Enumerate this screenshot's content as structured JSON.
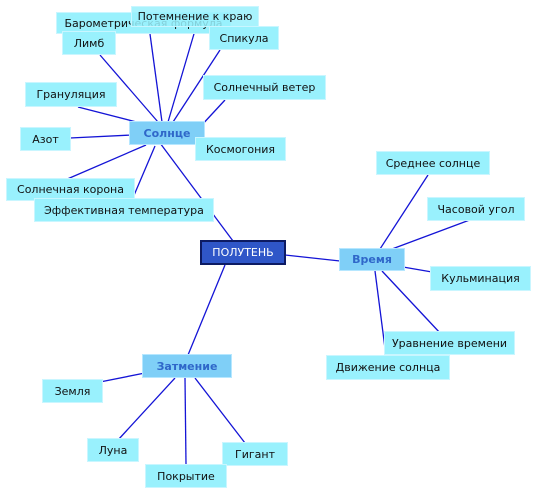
{
  "colors": {
    "line": "#1414d6",
    "leaf": "#99f1fd",
    "hub": "#7fcff7",
    "root": "#2f56c8"
  },
  "root": {
    "label": "ПОЛУТЕНЬ"
  },
  "hubs": {
    "sun": "Солнце",
    "time": "Время",
    "eclipse": "Затмение"
  },
  "sun_topics": {
    "barometric": "Барометрическая формула",
    "limb_darkening": "Потемнение к краю",
    "limb": "Лимб",
    "spicule": "Спикула",
    "granulation": "Грануляция",
    "solar_wind": "Солнечный ветер",
    "nitrogen": "Азот",
    "cosmogony": "Космогония",
    "corona": "Солнечная корона",
    "effective_temperature": "Эффективная температура"
  },
  "time_topics": {
    "mean_sun": "Среднее солнце",
    "hour_angle": "Часовой угол",
    "culmination": "Кульминация",
    "equation_of_time": "Уравнение времени",
    "sun_motion": "Движение солнца"
  },
  "eclipse_topics": {
    "earth": "Земля",
    "moon": "Луна",
    "giant": "Гигант",
    "coverage": "Покрытие"
  }
}
